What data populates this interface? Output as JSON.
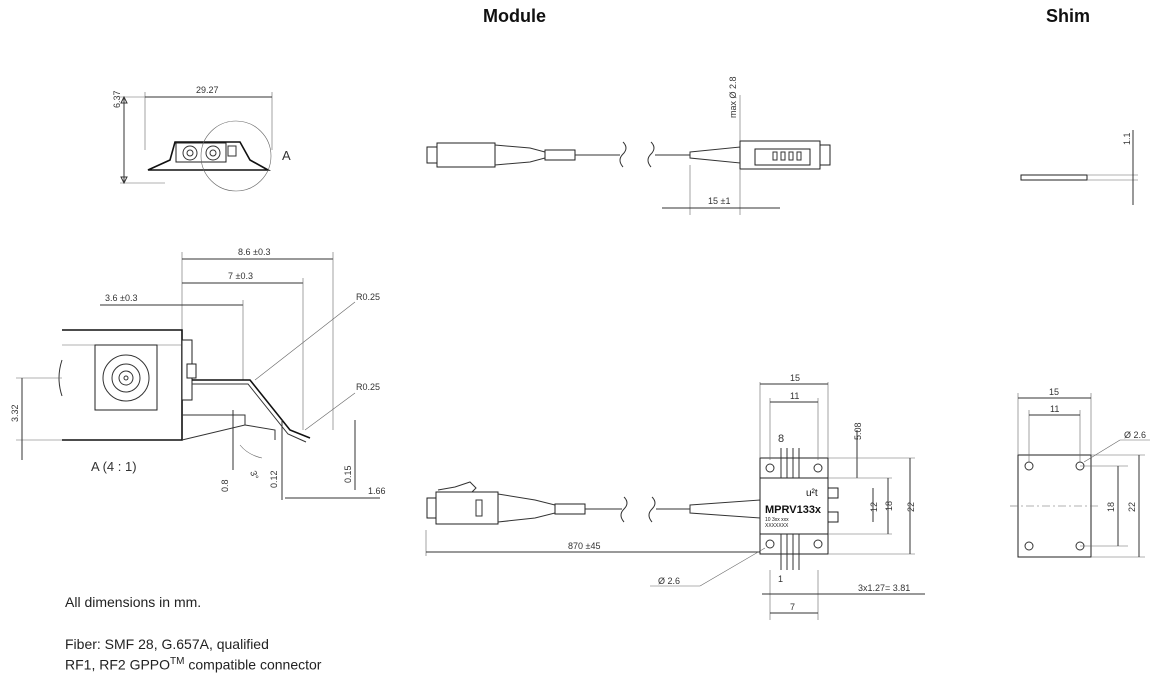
{
  "titles": {
    "module": "Module",
    "shim": "Shim"
  },
  "notes": {
    "units": "All dimensions in mm.",
    "fiber": "Fiber: SMF 28, G.657A, qualified",
    "rf_prefix": "RF1, RF2 GPPO",
    "rf_tm": "TM",
    "rf_suffix": " compatible connector"
  },
  "dims": {
    "d_637": "6.37",
    "d_2927": "29.27",
    "detail_a": "A",
    "d_86": "8.6 ±0.3",
    "d_7": "7 ±0.3",
    "d_36": "3.6 ±0.3",
    "r_025_top": "R0.25",
    "r_025_bot": "R0.25",
    "d_332": "3.32",
    "detail_caption": "A  (4 : 1)",
    "d_08": "0.8",
    "d_012": "0.12",
    "d_015": "0.15",
    "d_166": "1.66",
    "d_3deg": "3°",
    "max_d28": "max  Ø 2.8",
    "d_15pm1": "15 ±1",
    "d_870": "870 ±45",
    "phi_26": "Ø 2.6",
    "m_15": "15",
    "m_11": "11",
    "m_8": "8",
    "m_508": "5.08",
    "m_12": "12",
    "m_18": "18",
    "m_22": "22",
    "m_1": "1",
    "m_7": "7",
    "m_pitch": "3x1.27= 3.81",
    "part_name": "MPRV133x",
    "part_code": "10 3xx xxx",
    "part_serial": "XXXXXXX",
    "logo": "u²t",
    "s_11": "1.1",
    "s_15": "15",
    "s_11b": "11",
    "s_phi": "Ø 2.6",
    "s_18": "18",
    "s_22": "22"
  }
}
